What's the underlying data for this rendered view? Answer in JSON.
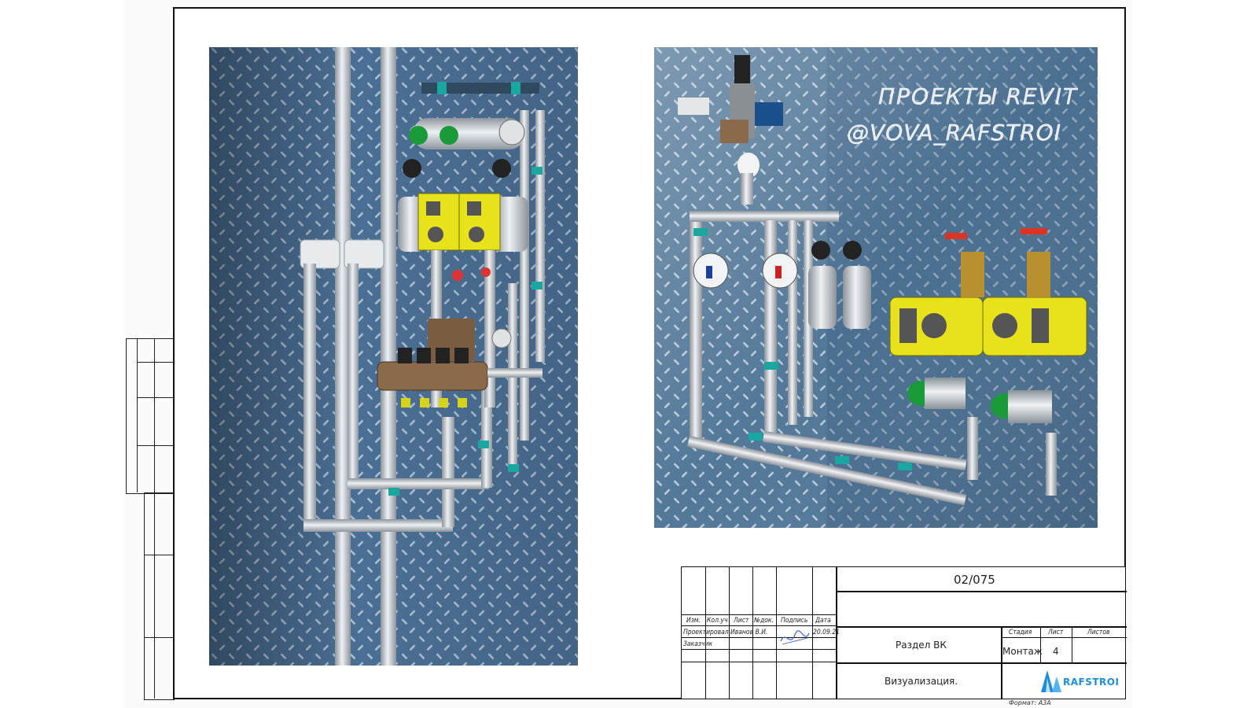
{
  "watermark": {
    "line1": "ПРОЕКТЫ REVIT",
    "line2": "@VOVA_RAFSTROI"
  },
  "title_block": {
    "drawing_number": "02/075",
    "section": "Раздел ВК",
    "sheet_title": "Визуализация.",
    "headers": {
      "izm": "Изм.",
      "kol_uch": "Кол.уч",
      "list": "Лист",
      "ndok": "№док.",
      "podpis": "Подпись",
      "data": "Дата"
    },
    "rows": {
      "designed_label": "Проектировал",
      "designed_name": "Иванов В.И.",
      "designed_date": "20.09.21",
      "customer_label": "Заказчик"
    },
    "stage_header": "Стадия",
    "sheet_header": "Лист",
    "sheets_header": "Листов",
    "stage_value": "Монтаж",
    "sheet_value": "4",
    "sheets_value": ""
  },
  "logo_text": "RAFSTROI",
  "format": "Формат: А3А",
  "colors": {
    "frame": "#111111",
    "panel_blue": "#4a6f96",
    "pipe": "#c9ced4",
    "accent_yellow": "#e7e21a",
    "accent_teal": "#1aa7a0",
    "logo_blue": "#1f8ed8"
  }
}
